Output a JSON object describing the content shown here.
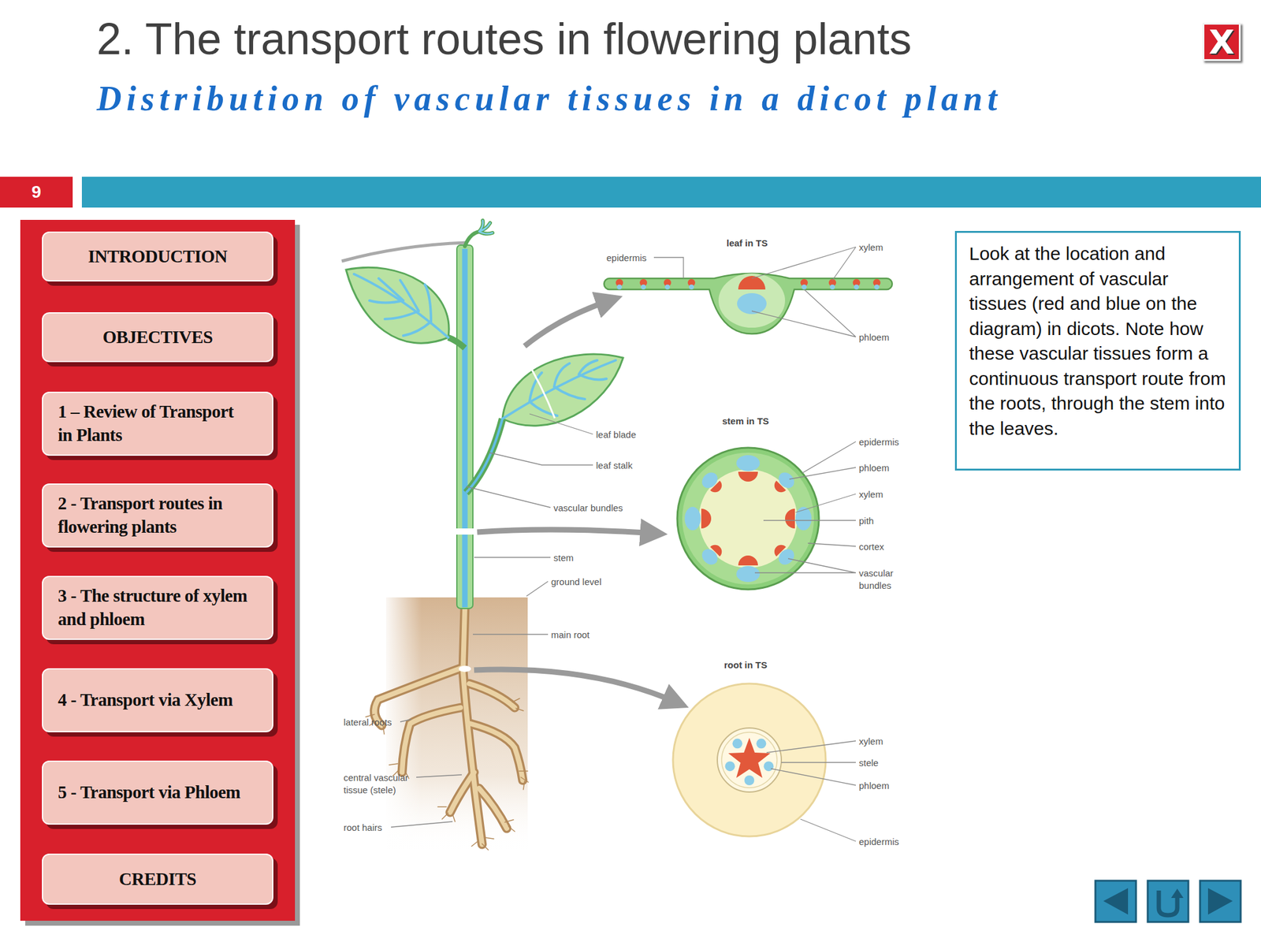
{
  "diagram": {
    "title": "2. The transport routes in flowering plants",
    "nodes": [
      {
        "text": [
          "X"
        ]
      },
      {
        "text": [
          "9"
        ]
      },
      {
        "text": [
          "INTRODUCTION"
        ]
      },
      {
        "text": [
          "OBJECTIVES"
        ]
      },
      {
        "text": [
          "1 – Review of Transport in Plants"
        ]
      },
      {
        "text": [
          "2 - Transport routes in flowering plants"
        ]
      },
      {
        "text": [
          "3 - The structure of xylem and phloem"
        ]
      },
      {
        "text": [
          "4 - Transport via Xylem"
        ]
      },
      {
        "text": [
          "5 - Transport via Phloem"
        ]
      },
      {
        "text": [
          "CREDITS"
        ]
      },
      {
        "text": [
          "Look at the location and arrangement of vascular tissues (red and blue on the diagram) in dicots. Note how these vascular tissues form a continuous transport route from the roots, through the stem into the leaves."
        ]
      }
    ],
    "labels": [
      "Distribution of vascular tissues in a dicot plant",
      "leaf in TS",
      "epidermis",
      "xylem",
      "phloem",
      "stem in TS",
      "epidermis",
      "phloem",
      "xylem",
      "pith",
      "cortex",
      "vascular bundles",
      "root in TS",
      "xylem",
      "stele",
      "phloem",
      "epidermis",
      "leaf blade",
      "leaf stalk",
      "vascular bundles",
      "stem",
      "ground level",
      "main root",
      "lateral roots",
      "central vascular tissue (stele)",
      "root hairs"
    ]
  }
}
